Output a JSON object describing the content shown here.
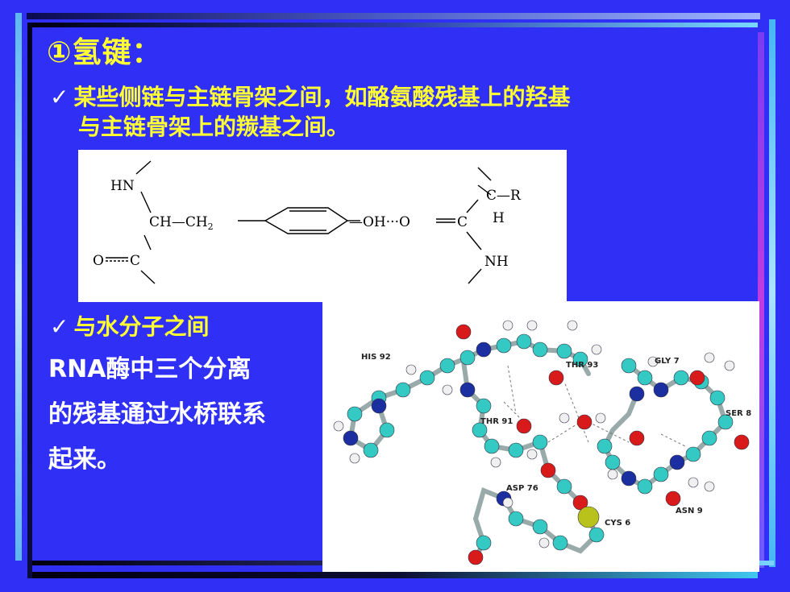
{
  "slide": {
    "title": "①氢键：",
    "bullet1_line1": "某些侧链与主链骨架之间，如酪氨酸残基上的羟基",
    "bullet1_line2": "与主链骨架上的羰基之间。",
    "bullet2": "与水分子之间",
    "body_line1": "RNA酶中三个分离",
    "body_line2": "的残基通过水桥联系",
    "body_line3": "起来。",
    "check_glyph": "✓"
  },
  "formula": {
    "hn": "HN",
    "ch": "CH—CH",
    "ch2_sub": "2",
    "oh": "—OH···O",
    "c_right": "C",
    "c_left": "C",
    "o_left": "O",
    "cr": "C—R",
    "h": "H",
    "nh": "NH"
  },
  "molecule": {
    "labels": [
      "HIS 92",
      "THR 93",
      "GLY 7",
      "THR 91",
      "SER 8",
      "ASP 76",
      "ASN 9",
      "CYS 6"
    ]
  },
  "colors": {
    "background": "#2f2ff6",
    "title": "#ffff33",
    "text": "#ffffff",
    "carbon": "#35c9c4",
    "nitrogen": "#1c2fa0",
    "oxygen": "#d91a1a",
    "hydrogen": "#f0f0f0",
    "sulfur": "#b8c21a"
  }
}
